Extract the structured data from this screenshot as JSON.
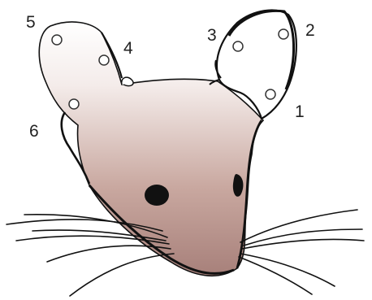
{
  "figure": {
    "background": "#ffffff",
    "line_color": "#111111",
    "fill_top": "#ffffff",
    "fill_bottom": "#a7807a",
    "point_labels": [
      {
        "id": "p1",
        "text": "1"
      },
      {
        "id": "p2",
        "text": "2"
      },
      {
        "id": "p3",
        "text": "3"
      },
      {
        "id": "p4",
        "text": "4"
      },
      {
        "id": "p5",
        "text": "5"
      },
      {
        "id": "p6",
        "text": "6"
      }
    ]
  }
}
